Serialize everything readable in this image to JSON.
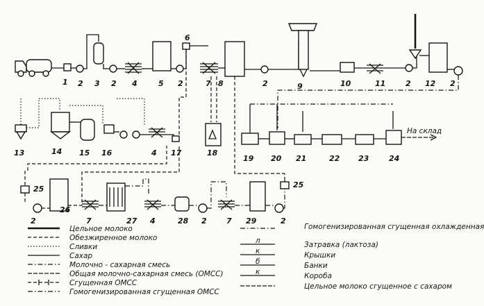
{
  "labels": {
    "n1": "1",
    "n2a": "2",
    "n3": "3",
    "n2b": "2",
    "n4a": "4",
    "n5": "5",
    "n2c": "2",
    "n6": "6",
    "n7a": "7",
    "n8": "8",
    "n2d": "2",
    "n9": "9",
    "n10": "10",
    "n11": "11",
    "n2e": "2",
    "n12": "12",
    "n2f": "2",
    "n13": "13",
    "n14": "14",
    "n15": "15",
    "n16": "16",
    "n4b": "4",
    "n17": "17",
    "n18": "18",
    "n19": "19",
    "n20": "20",
    "n21": "21",
    "n22": "22",
    "n23": "23",
    "n24": "24",
    "n25a": "25",
    "n25b": "25",
    "n2g": "2",
    "n26": "26",
    "n7b": "7",
    "n27": "27",
    "n4c": "4",
    "n28": "28",
    "n2h": "2",
    "n7c": "7",
    "n29": "29",
    "n2i": "2",
    "to_warehouse": "На склад"
  },
  "legend": [
    "Цельное молоко",
    "Обезжиренное молоко",
    "Сливки",
    "Сахар",
    "Молочно - сахарная смесь",
    "Общая молочно-сахарная смесь (ОМСС)",
    "Сгущенная ОМСС",
    "Гомогенизированная сгущенная ОМСС",
    "Гомогенизированная сгущенная охлажденная ОМСС",
    "Затравка (лактоза)",
    "Крышки",
    "Банки",
    "Короба",
    "Цельное молоко сгущенное с сахаром"
  ],
  "legend_marks": {
    "l10": "л",
    "l11": "к",
    "l12": "б",
    "l13": "к"
  }
}
